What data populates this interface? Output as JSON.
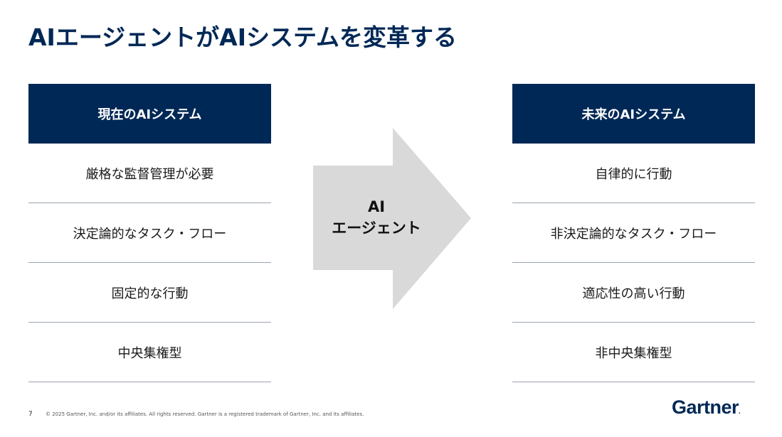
{
  "title": "AIエージェントがAIシステムを変革する",
  "left": {
    "header": "現在のAIシステム",
    "items": [
      "厳格な監督管理が必要",
      "決定論的なタスク・フロー",
      "固定的な行動",
      "中央集権型"
    ]
  },
  "arrow": {
    "line1": "AI",
    "line2": "エージェント"
  },
  "right": {
    "header": "未来のAIシステム",
    "items": [
      "自律的に行動",
      "非決定論的なタスク・フロー",
      "適応性の高い行動",
      "非中央集権型"
    ]
  },
  "footer": {
    "page": "7",
    "copyright": "© 2025 Gartner, Inc. and/or its affiliates. All rights reserved. Gartner is a registered trademark of Gartner, Inc. and its affiliates."
  },
  "logo": {
    "text": "Gartner",
    "dot": "."
  },
  "colors": {
    "navy": "#002856",
    "arrow": "#d9d9d9",
    "divider": "#9aa3ad"
  }
}
